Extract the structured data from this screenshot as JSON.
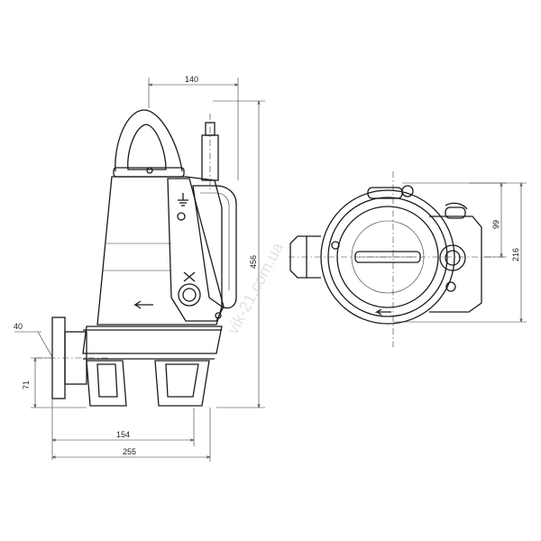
{
  "dimensions": {
    "top_width": "140",
    "height": "456",
    "flange": "40",
    "outlet_height": "71",
    "inner_width": "154",
    "total_width": "255",
    "plan_offset": "99",
    "plan_depth": "216"
  },
  "watermark": "vik-21.com.ua"
}
